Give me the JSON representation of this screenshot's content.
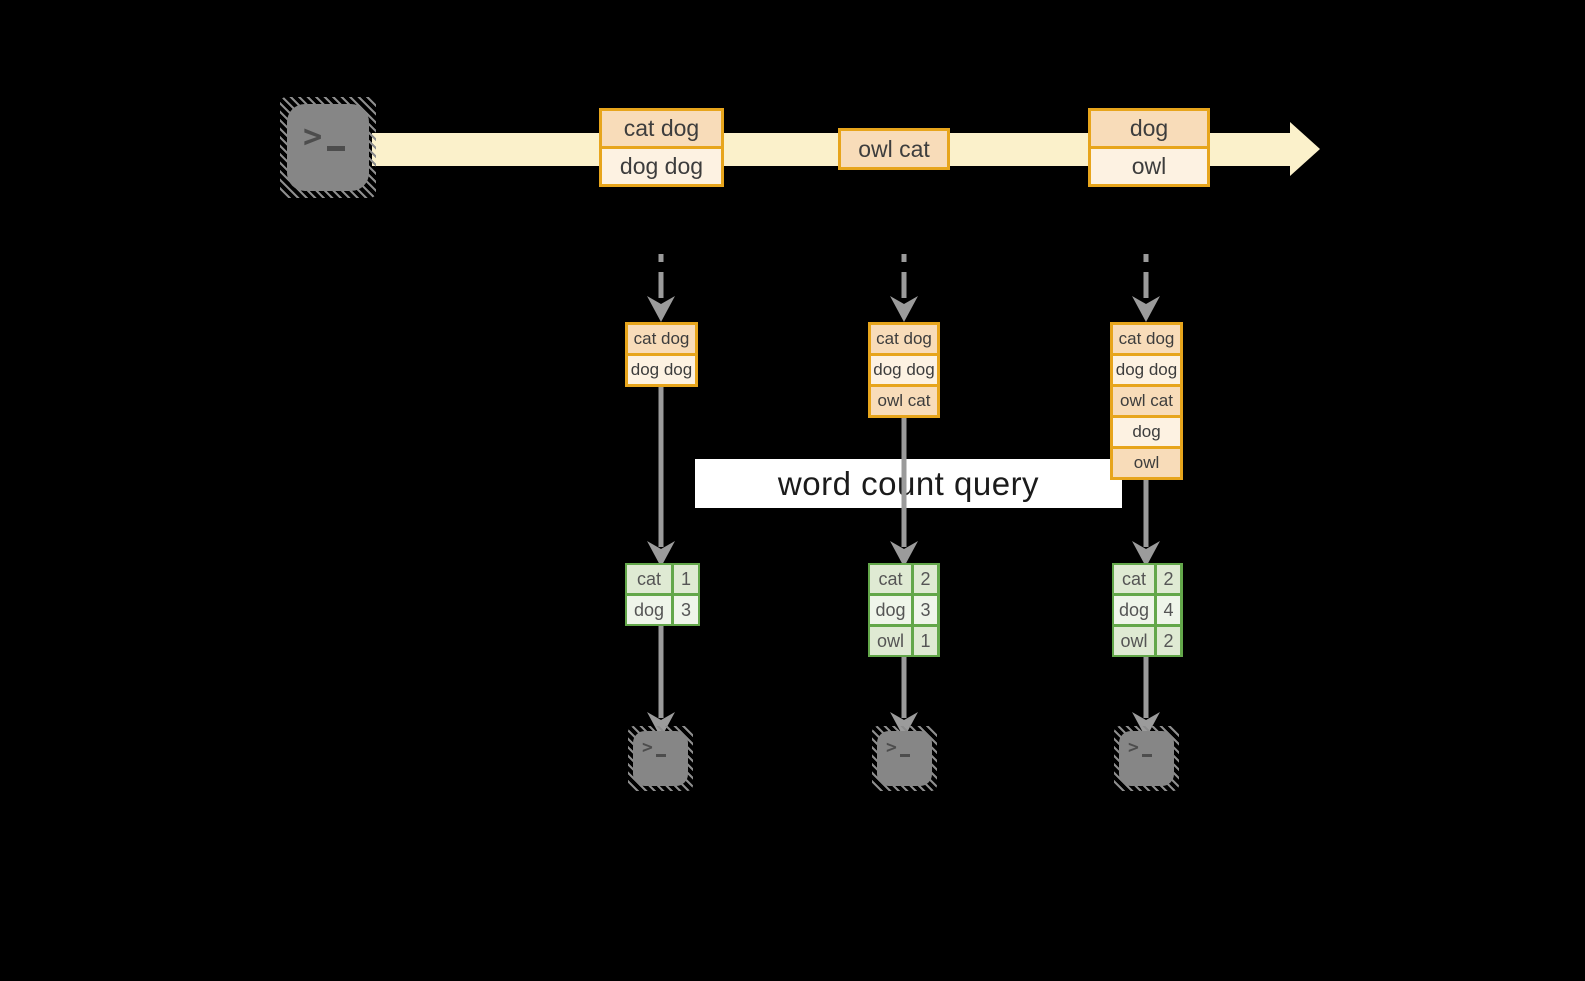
{
  "colors": {
    "background": "#000000",
    "stream_fill": "#FBF1CB",
    "box_border": "#E7A51C",
    "box_fill_dark": "#F8DCB9",
    "box_fill_light": "#FDF2E2",
    "table_border": "#63A74A",
    "table_fill_dark": "#DFEAD3",
    "table_fill_light": "#EFF5EA",
    "arrow_gray": "#9B9B9B",
    "icon_gray": "#868686",
    "query_bg": "#FFFFFF",
    "query_text": "#1B1B1B"
  },
  "terminal": {
    "prompt_char": ">"
  },
  "stream": {
    "batches": [
      {
        "rows": [
          "cat dog",
          "dog dog"
        ]
      },
      {
        "rows": [
          "owl cat"
        ]
      },
      {
        "rows": [
          "dog",
          "owl"
        ]
      }
    ]
  },
  "query_label": "word count query",
  "columns": [
    {
      "state_rows": [
        "cat dog",
        "dog dog"
      ],
      "table": {
        "rows": [
          [
            "cat",
            "1"
          ],
          [
            "dog",
            "3"
          ]
        ]
      }
    },
    {
      "state_rows": [
        "cat dog",
        "dog dog",
        "owl cat"
      ],
      "table": {
        "rows": [
          [
            "cat",
            "2"
          ],
          [
            "dog",
            "3"
          ],
          [
            "owl",
            "1"
          ]
        ]
      }
    },
    {
      "state_rows": [
        "cat dog",
        "dog dog",
        "owl cat",
        "dog",
        "owl"
      ],
      "table": {
        "rows": [
          [
            "cat",
            "2"
          ],
          [
            "dog",
            "4"
          ],
          [
            "owl",
            "2"
          ]
        ]
      }
    }
  ]
}
